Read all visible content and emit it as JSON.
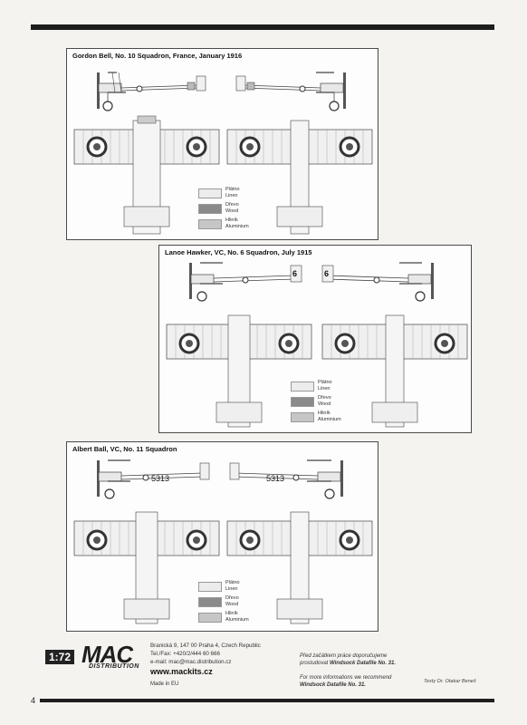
{
  "panels": [
    {
      "title": "Gordon Bell, No. 10 Squadron, France, January 1916",
      "side_markings": {
        "left": "",
        "right": ""
      }
    },
    {
      "title": "Lanoe  Hawker, VC, No. 6 Squadron, July 1915",
      "side_markings": {
        "left": "6",
        "right": "6"
      }
    },
    {
      "title": "Albert Ball, VC, No. 11 Squadron",
      "side_markings": {
        "left": "5313",
        "right": "5313"
      }
    }
  ],
  "legend": [
    {
      "cz": "Plátno",
      "en": "Linen",
      "color": "#ececec"
    },
    {
      "cz": "Dřevo",
      "en": "Wood",
      "color": "#8a8a8a"
    },
    {
      "cz": "Hliník",
      "en": "Aluminium",
      "color": "#c6c6c6"
    }
  ],
  "footer": {
    "scale": "1:72",
    "logo": "MAC",
    "logo_sub": "DISTRIBUTION",
    "address": [
      "Branická 9, 147 00 Praha 4, Czech Republic",
      "Tel./Fax: +420/2/444 60 666",
      "e-mail: mac@mac.distribution.cz"
    ],
    "website": "www.mackits.cz",
    "made_in": "Made in EU",
    "note_cz_1": "Před začátkem práce doporučujeme",
    "note_cz_2": "prostudovat",
    "note_cz_ref": "Windsock Datafile No. 31.",
    "note_en_1": "For more informations we recommend",
    "note_en_ref": "Windsock Datafile No. 31.",
    "author": "Texty Dr. Otakar Beneš"
  },
  "page_number": "4"
}
